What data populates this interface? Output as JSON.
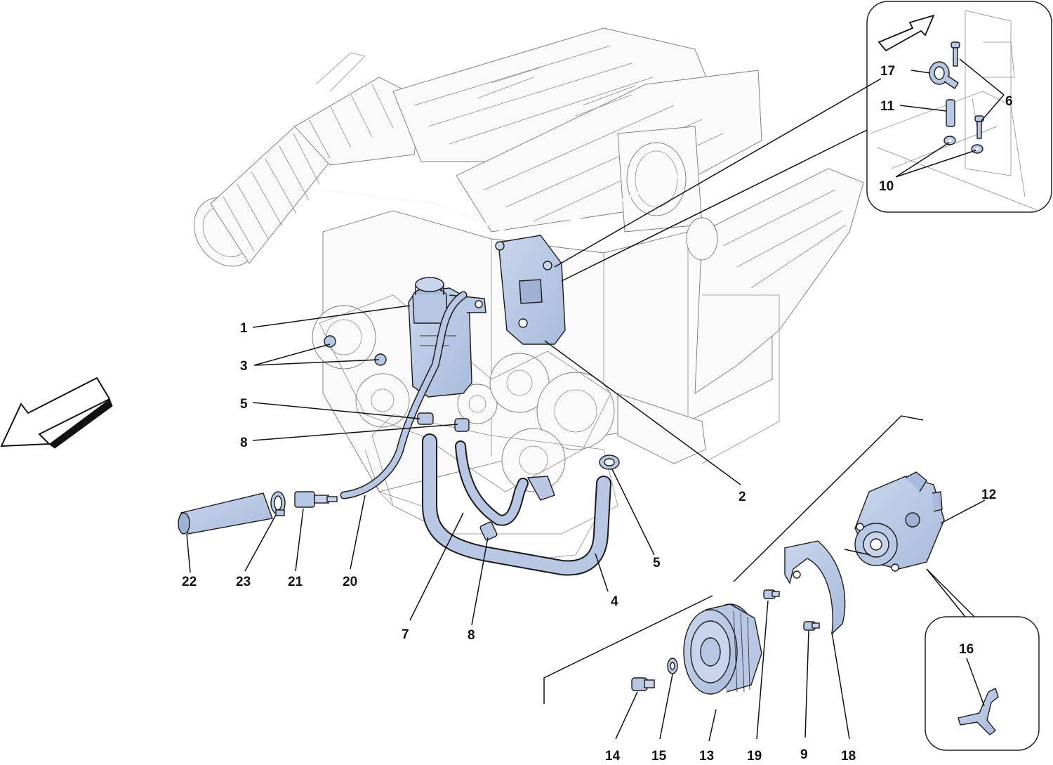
{
  "colors": {
    "part_fill": "#b8c7e3",
    "part_shade": "#9fb2d6",
    "outline": "#111111",
    "ghost": "#777777"
  },
  "callouts": [
    {
      "id": "c1",
      "label": "1"
    },
    {
      "id": "c2",
      "label": "2"
    },
    {
      "id": "c3",
      "label": "3"
    },
    {
      "id": "c4",
      "label": "4"
    },
    {
      "id": "c5a",
      "label": "5"
    },
    {
      "id": "c5b",
      "label": "5"
    },
    {
      "id": "c6",
      "label": "6"
    },
    {
      "id": "c7",
      "label": "7"
    },
    {
      "id": "c8a",
      "label": "8"
    },
    {
      "id": "c8b",
      "label": "8"
    },
    {
      "id": "c9",
      "label": "9"
    },
    {
      "id": "c10",
      "label": "10"
    },
    {
      "id": "c11",
      "label": "11"
    },
    {
      "id": "c12",
      "label": "12"
    },
    {
      "id": "c13",
      "label": "13"
    },
    {
      "id": "c14",
      "label": "14"
    },
    {
      "id": "c15",
      "label": "15"
    },
    {
      "id": "c16",
      "label": "16"
    },
    {
      "id": "c17",
      "label": "17"
    },
    {
      "id": "c18",
      "label": "18"
    },
    {
      "id": "c19",
      "label": "19"
    },
    {
      "id": "c20",
      "label": "20"
    },
    {
      "id": "c21",
      "label": "21"
    },
    {
      "id": "c22",
      "label": "22"
    },
    {
      "id": "c23",
      "label": "23"
    }
  ]
}
